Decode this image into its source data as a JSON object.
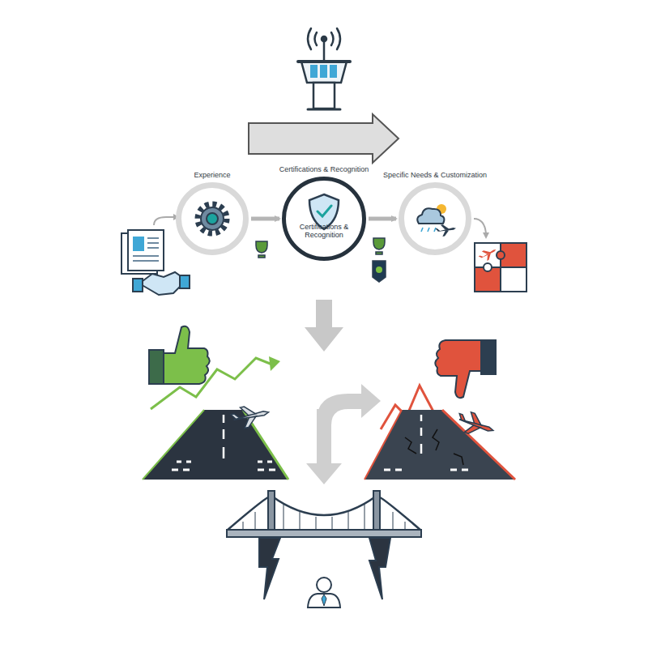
{
  "diagram": {
    "nodes": [
      {
        "text": [
          "Experience"
        ]
      },
      {
        "text": [
          "Certifications & Recognition",
          "Certifications & Recognition"
        ]
      },
      {
        "text": [
          "Specific Needs & Customization"
        ]
      }
    ],
    "edges": [
      {
        "from": 0,
        "to": 1,
        "arrow": "to"
      },
      {
        "from": 1,
        "to": 2,
        "arrow": "to"
      }
    ]
  }
}
